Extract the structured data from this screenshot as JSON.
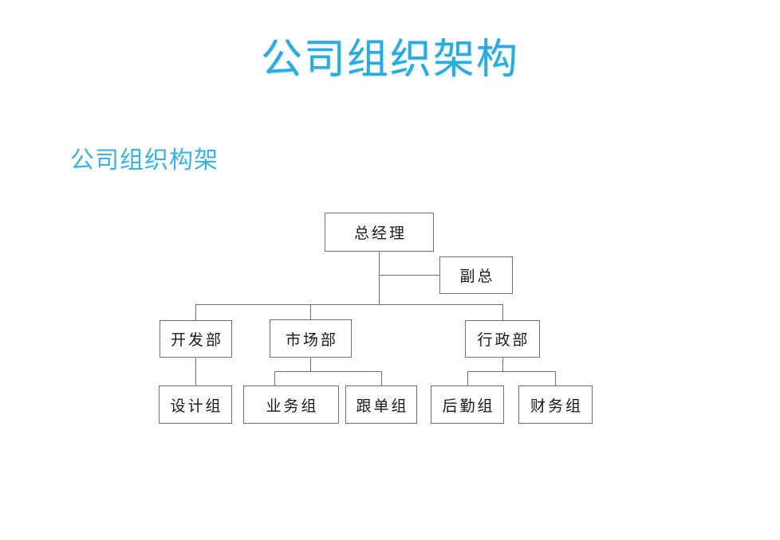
{
  "slide": {
    "title": "公司组织架构",
    "subtitle": "公司组织构架",
    "title_color": "#29abe2",
    "subtitle_color": "#36b4e8",
    "background_color": "#ffffff"
  },
  "chart_data": {
    "type": "diagram",
    "diagram_kind": "organization-chart",
    "title": "公司组织构架",
    "line_color": "#6e6e6e",
    "node_fill": "#ffffff",
    "node_text_color": "#1a1a1a",
    "nodes": [
      {
        "id": "gm",
        "label": "总经理",
        "level": 1,
        "parent": null
      },
      {
        "id": "deputy",
        "label": "副总",
        "level": 1,
        "parent": "gm"
      },
      {
        "id": "dev",
        "label": "开发部",
        "level": 2,
        "parent": "gm"
      },
      {
        "id": "market",
        "label": "市场部",
        "level": 2,
        "parent": "gm"
      },
      {
        "id": "admin",
        "label": "行政部",
        "level": 2,
        "parent": "gm"
      },
      {
        "id": "design",
        "label": "设计组",
        "level": 3,
        "parent": "dev"
      },
      {
        "id": "biz",
        "label": "业务组",
        "level": 3,
        "parent": "market"
      },
      {
        "id": "order",
        "label": "跟单组",
        "level": 3,
        "parent": "market"
      },
      {
        "id": "logi",
        "label": "后勤组",
        "level": 3,
        "parent": "admin"
      },
      {
        "id": "fin",
        "label": "财务组",
        "level": 3,
        "parent": "admin"
      }
    ],
    "edges": [
      {
        "from": "gm",
        "to": "deputy"
      },
      {
        "from": "gm",
        "to": "dev"
      },
      {
        "from": "gm",
        "to": "market"
      },
      {
        "from": "gm",
        "to": "admin"
      },
      {
        "from": "dev",
        "to": "design"
      },
      {
        "from": "market",
        "to": "biz"
      },
      {
        "from": "market",
        "to": "order"
      },
      {
        "from": "admin",
        "to": "logi"
      },
      {
        "from": "admin",
        "to": "fin"
      }
    ]
  }
}
